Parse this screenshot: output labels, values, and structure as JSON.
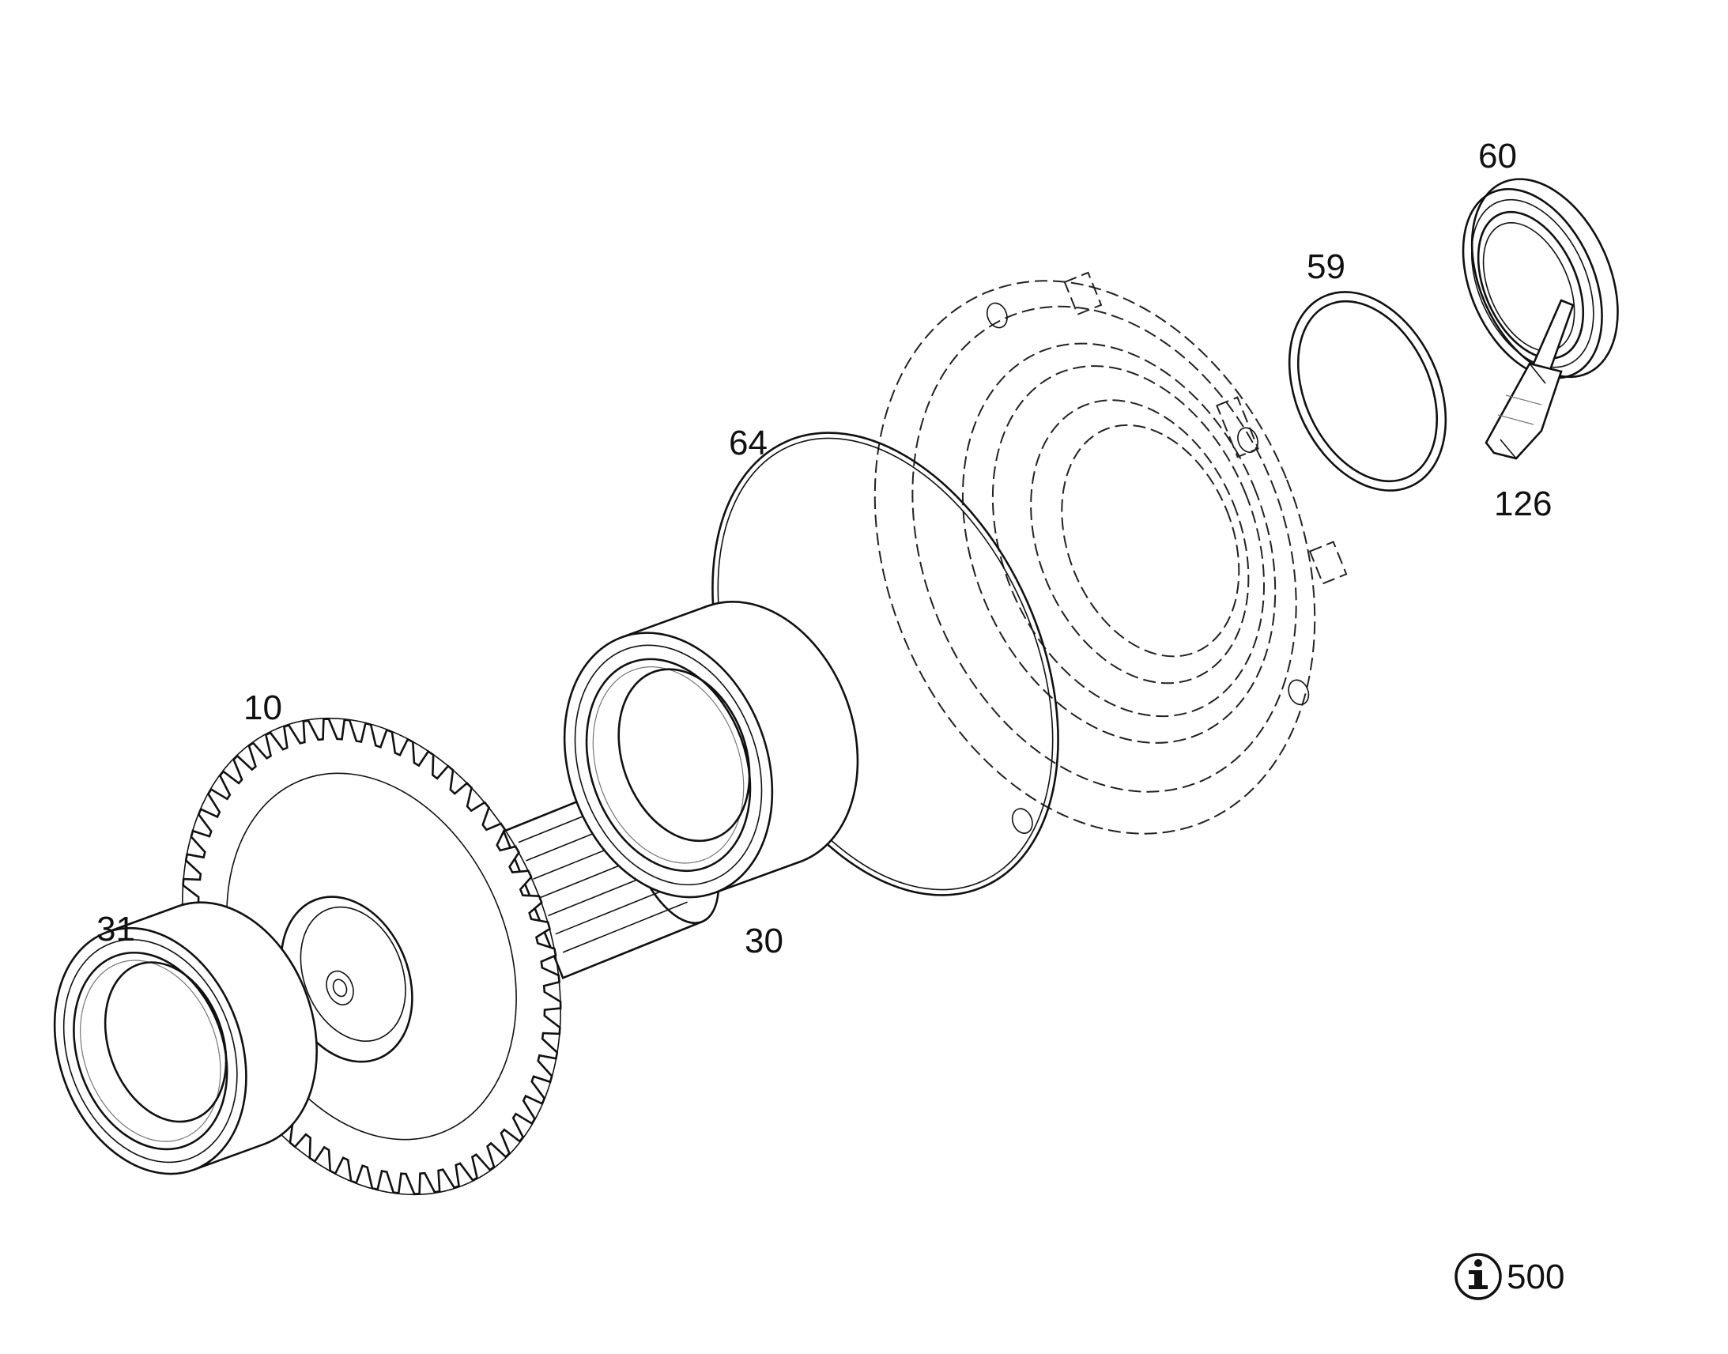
{
  "labels": {
    "p60": "60",
    "p59": "59",
    "p64": "64",
    "p126": "126",
    "p10": "10",
    "p31": "31",
    "p30": "30",
    "info_value": "500"
  },
  "colors": {
    "stroke": "#111111",
    "background": "#ffffff"
  },
  "icons": {
    "info": "info-icon"
  }
}
